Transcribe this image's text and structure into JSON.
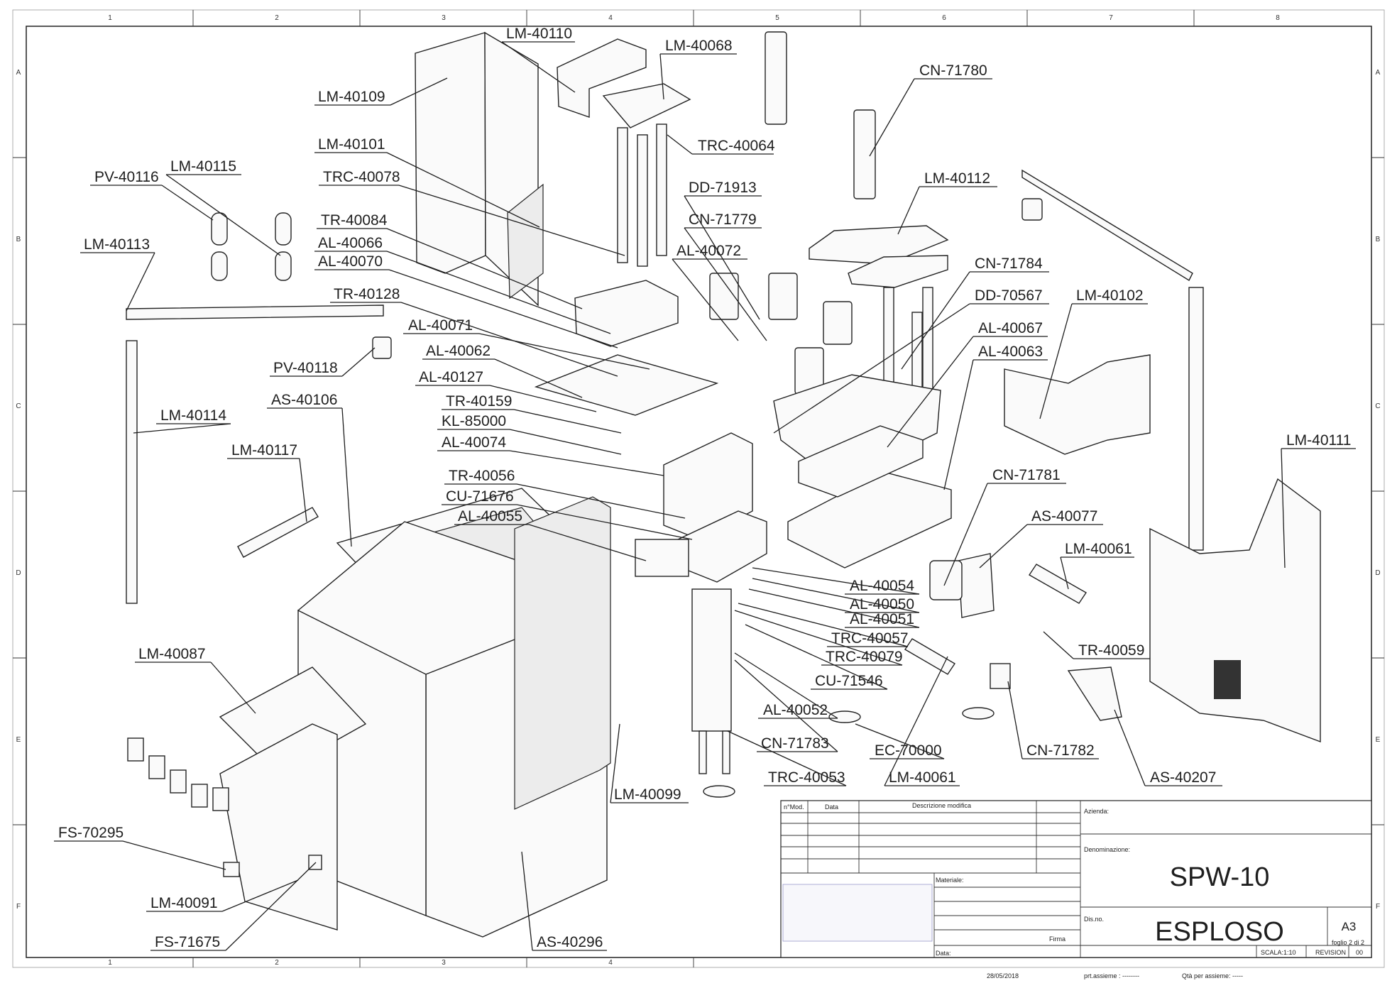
{
  "grid": {
    "columns": [
      "1",
      "2",
      "3",
      "4",
      "5",
      "6",
      "7",
      "8"
    ],
    "rows": [
      "A",
      "B",
      "C",
      "D",
      "E",
      "F"
    ]
  },
  "callouts": [
    "LM-40110",
    "LM-40068",
    "LM-40109",
    "TRC-40064",
    "LM-40101",
    "TRC-40078",
    "PV-40116",
    "LM-40115",
    "CN-71780",
    "DD-71913",
    "LM-40112",
    "CN-71779",
    "AL-40072",
    "TR-40084",
    "AL-40066",
    "AL-40070",
    "LM-40113",
    "CN-71784",
    "TR-40128",
    "DD-70567",
    "LM-40102",
    "AL-40067",
    "AL-40071",
    "AL-40063",
    "AL-40062",
    "PV-40118",
    "AL-40127",
    "AS-40106",
    "TR-40159",
    "LM-40114",
    "KL-85000",
    "AL-40074",
    "LM-40111",
    "LM-40117",
    "TR-40056",
    "CN-71781",
    "CU-71676",
    "AS-40077",
    "AL-40055",
    "LM-40061",
    "AL-40054",
    "AL-40050",
    "AL-40051",
    "TRC-40057",
    "LM-40087",
    "TR-40059",
    "TRC-40079",
    "CU-71546",
    "AL-40052",
    "EC-70000",
    "CN-71783",
    "CN-71782",
    "TRC-40053",
    "LM-40061",
    "AS-40207",
    "LM-40099",
    "FS-70295",
    "LM-40091",
    "FS-71675",
    "AS-40296"
  ],
  "title_block": {
    "rev_headers": [
      "n°Mod.",
      "Data",
      "Descrizione modifica"
    ],
    "materiale_label": "Materiale:",
    "firma_label": "Firma",
    "data_label": "Data:",
    "azienda_label": "Azienda:",
    "denominazione_label": "Denominazione:",
    "product_name": "SPW-10",
    "disegno_label": "Dis.no.",
    "drawing_name": "ESPLOSO",
    "format": "A3",
    "sheet": "foglio 2 di 2",
    "scale": "SCALA:1:10",
    "revision_label": "REVISION",
    "revision": "00",
    "date": "28/05/2018",
    "pr_assieme": "prt.assieme : --------",
    "qta_assieme": "Qtà per assieme: -----"
  }
}
